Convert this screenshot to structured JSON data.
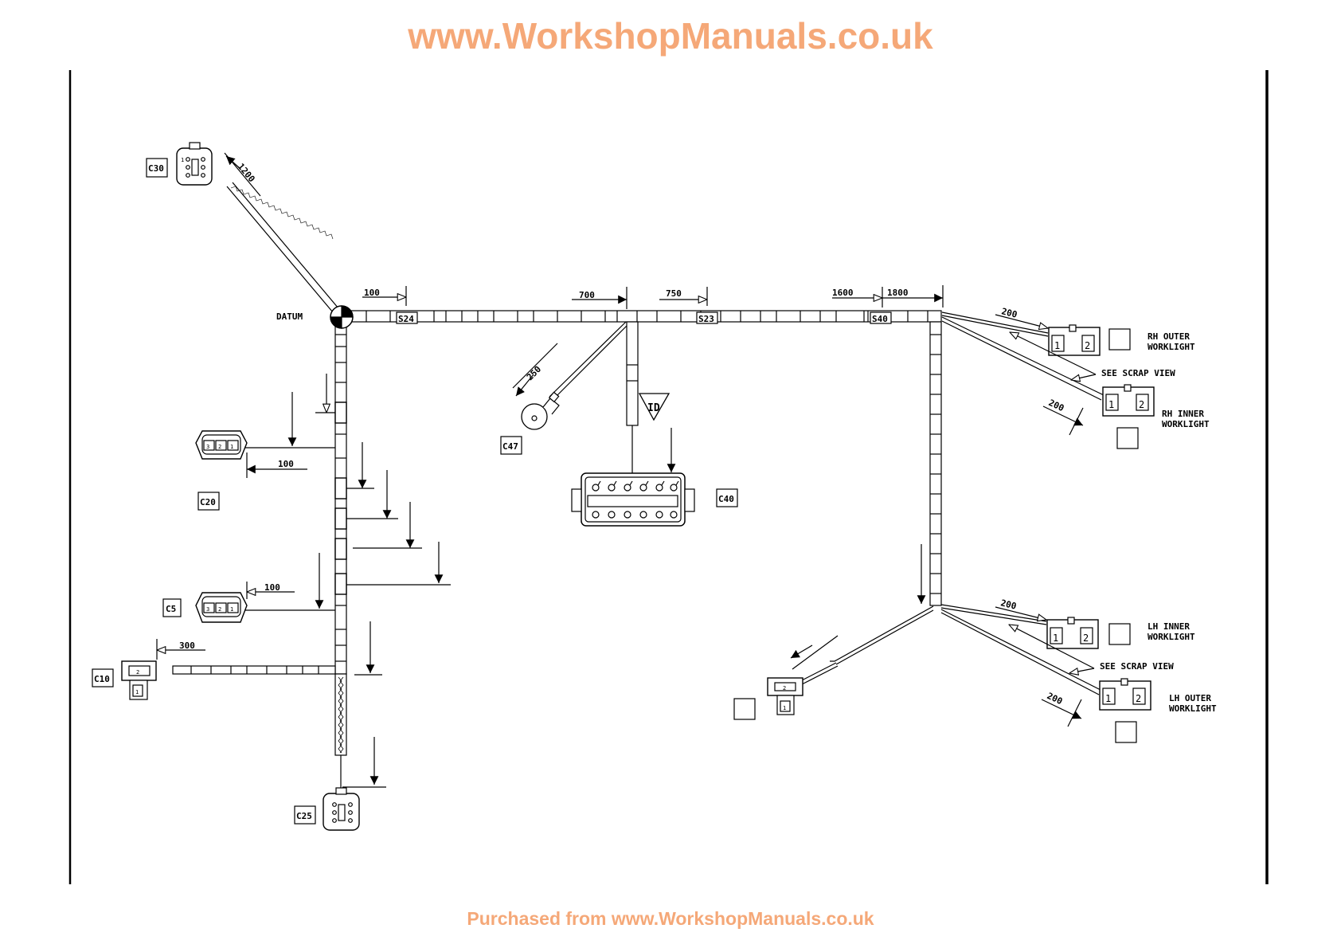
{
  "header": {
    "title": "www.WorkshopManuals.co.uk"
  },
  "footer": {
    "text": "Purchased from www.WorkshopManuals.co.uk"
  },
  "colors": {
    "watermark": "#f5a878",
    "ink": "#000000"
  },
  "connectors": {
    "c30": "C30",
    "c20": "C20",
    "c5": "C5",
    "c10": "C10",
    "c25": "C25",
    "c47": "C47",
    "c40": "C40"
  },
  "splices": {
    "s24": "S24",
    "s23": "S23",
    "s40": "S40"
  },
  "labels": {
    "datum": "DATUM",
    "id": "ID",
    "rh_outer_1": "RH OUTER",
    "rh_outer_2": "WORKLIGHT",
    "rh_inner_1": "RH INNER",
    "rh_inner_2": "WORKLIGHT",
    "lh_inner_1": "LH INNER",
    "lh_inner_2": "WORKLIGHT",
    "lh_outer_1": "LH OUTER",
    "lh_outer_2": "WORKLIGHT",
    "scrap_rh": "SEE SCRAP VIEW",
    "scrap_lh": "SEE SCRAP VIEW"
  },
  "dimensions": {
    "d1200": "1200",
    "d100_top": "100",
    "d700": "700",
    "d750": "750",
    "d1600": "1600",
    "d1800": "1800",
    "d250": "250",
    "d100_c20": "100",
    "d100_c5": "100",
    "d300": "300",
    "d200_rh_outer": "200",
    "d200_rh_inner": "200",
    "d200_lh_inner": "200",
    "d200_lh_outer": "200"
  },
  "pins": {
    "one": "1",
    "two": "2",
    "three": "3"
  }
}
